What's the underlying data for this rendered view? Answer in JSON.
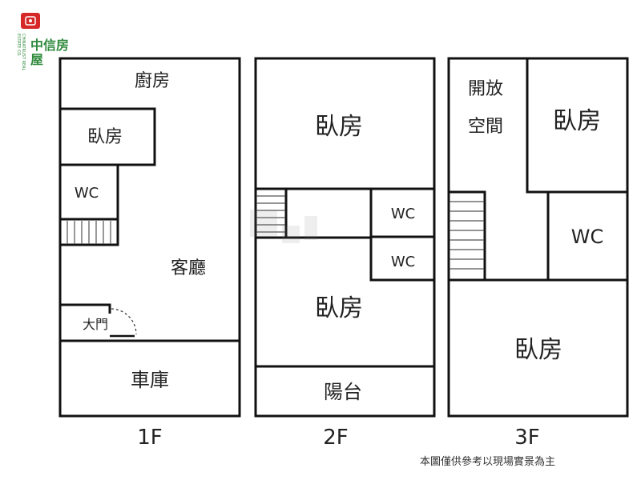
{
  "logo": {
    "name": "中信房屋",
    "sub": "CHINATRUST REAL ESTATE CO.",
    "red": "#d62828",
    "green": "#2f8a3c"
  },
  "floors": {
    "f1": {
      "label": "1F",
      "kitchen": "廚房",
      "bedroom": "臥房",
      "wc": "WC",
      "living": "客廳",
      "door": "大門",
      "garage": "車庫"
    },
    "f2": {
      "label": "2F",
      "bedroom_top": "臥房",
      "wc_upper": "WC",
      "wc_lower": "WC",
      "bedroom_bottom": "臥房",
      "balcony": "陽台"
    },
    "f3": {
      "label": "3F",
      "open_space_line1": "開放",
      "open_space_line2": "空間",
      "bedroom_top": "臥房",
      "wc": "WC",
      "bedroom_bottom": "臥房"
    }
  },
  "disclaimer": "本圖僅供參考以現場實景為主"
}
